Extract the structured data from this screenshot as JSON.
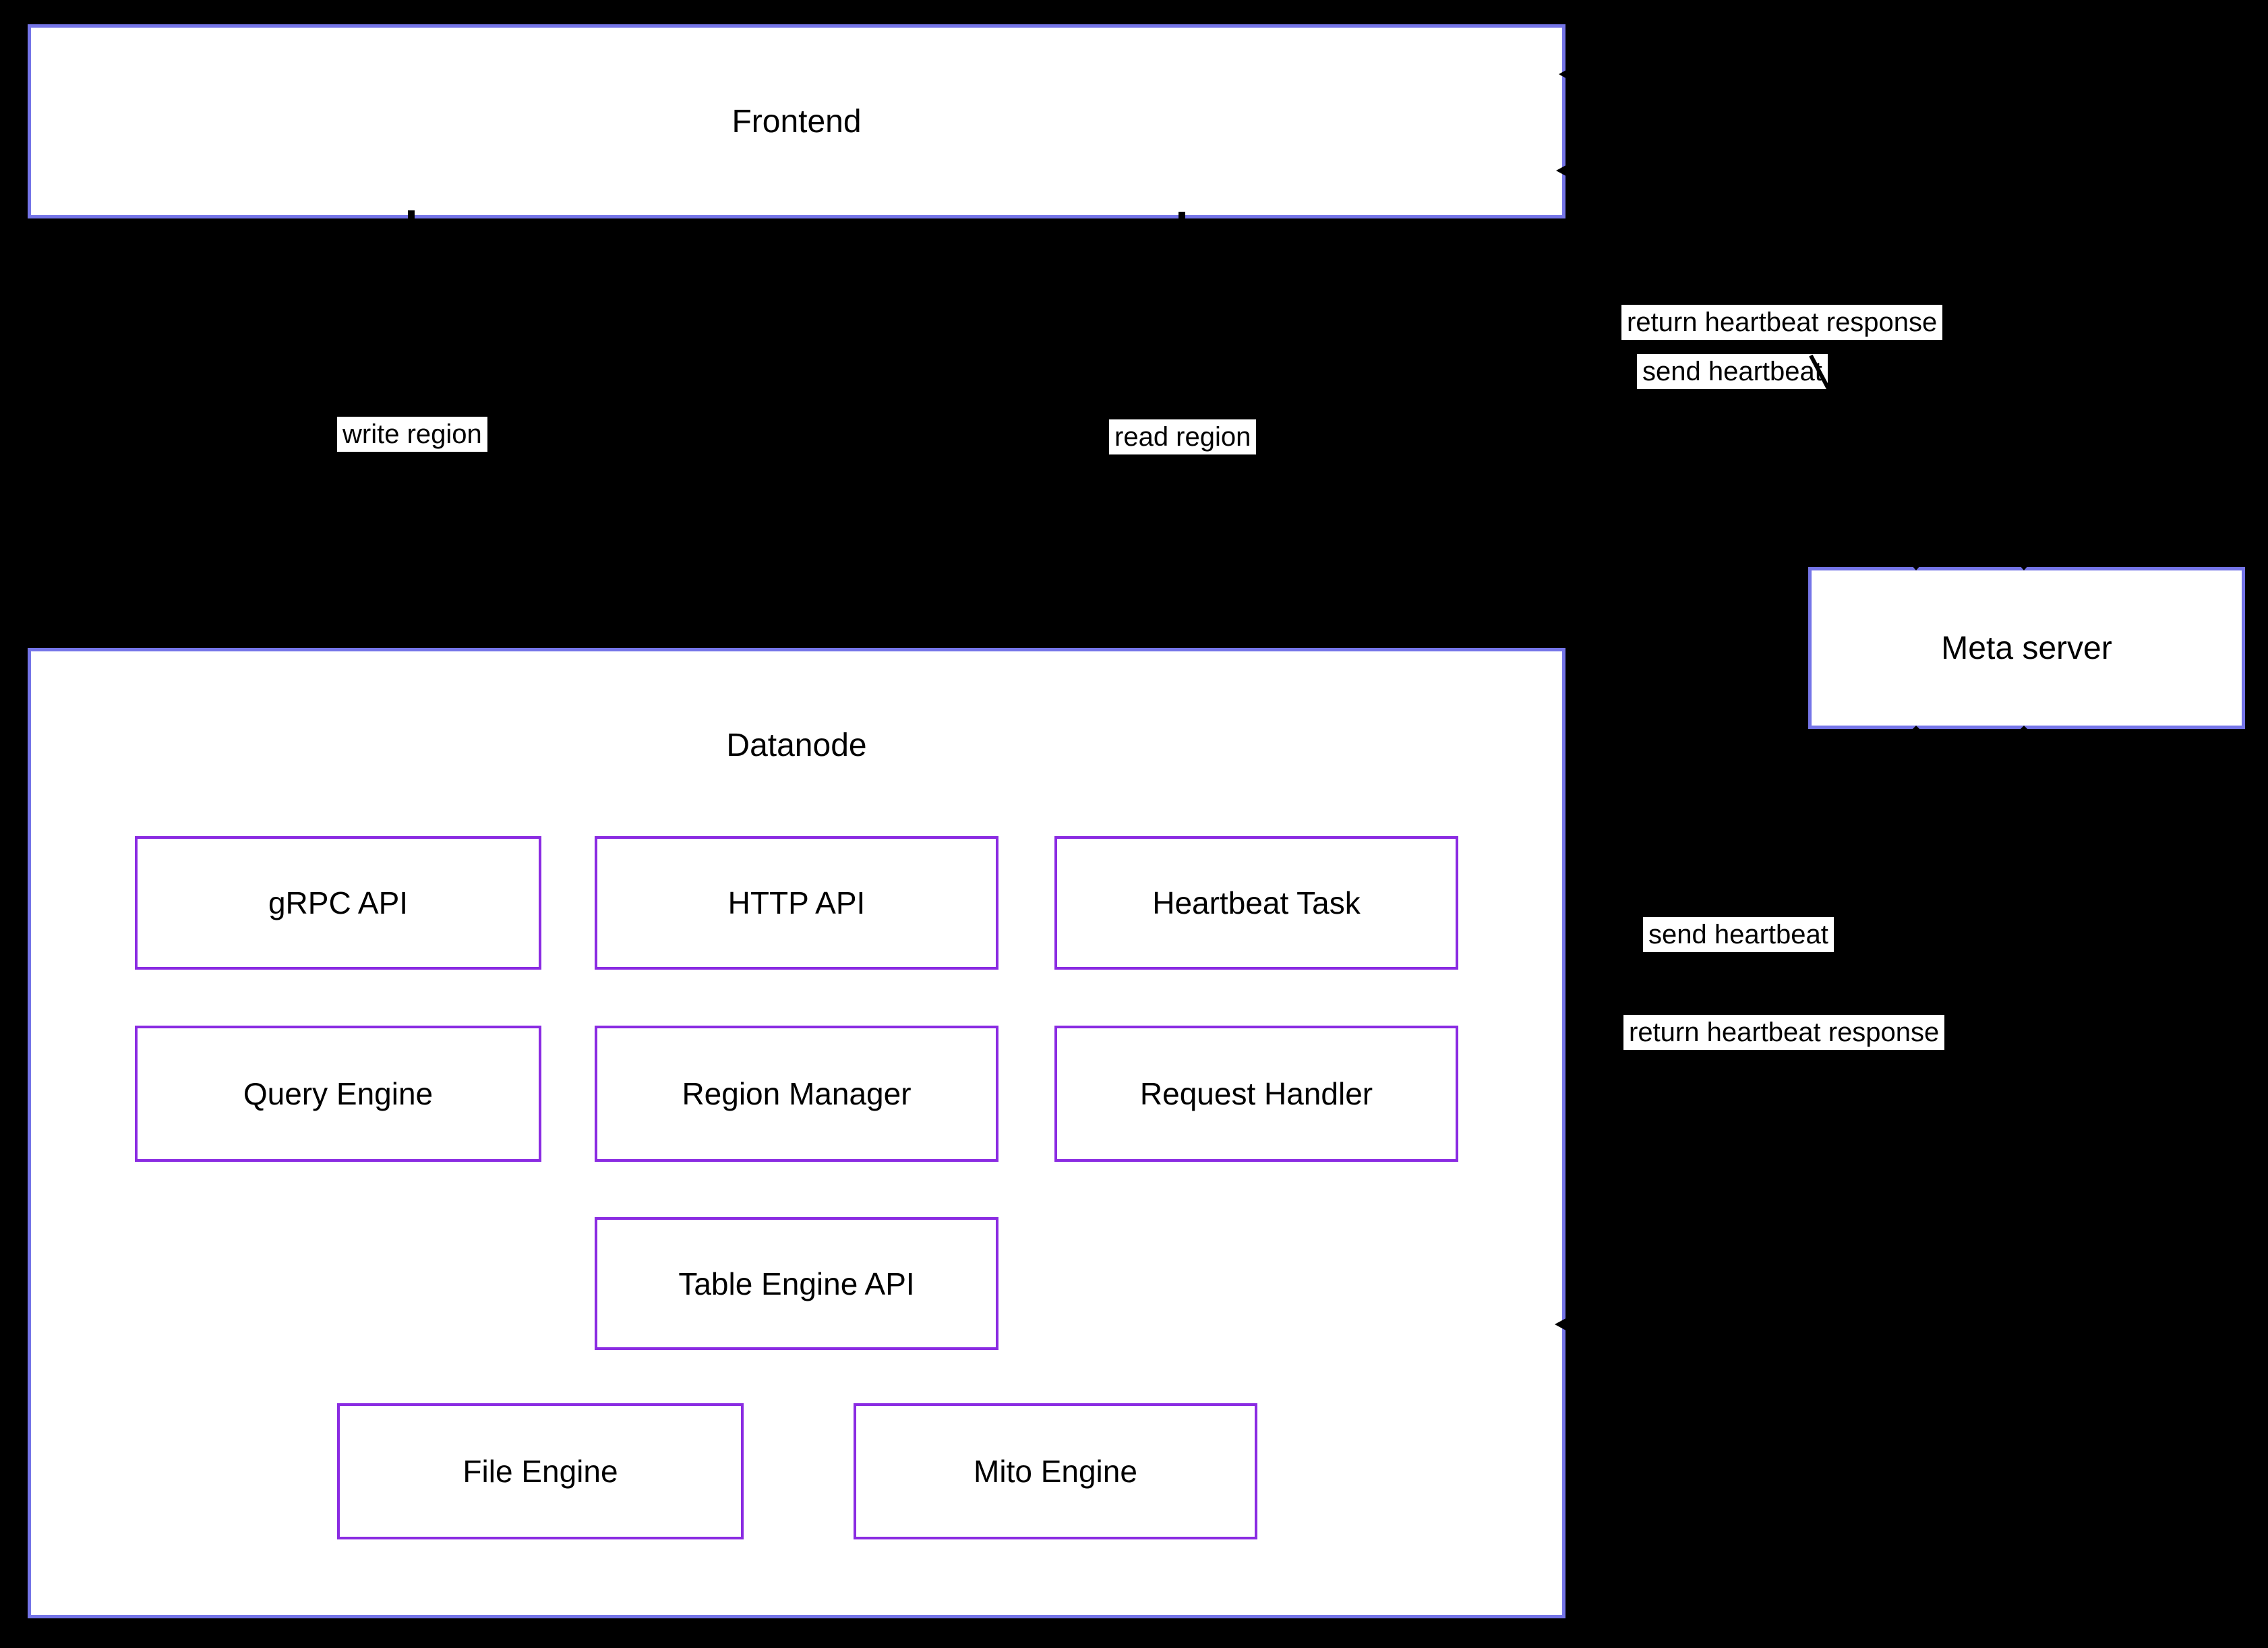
{
  "diagram": {
    "nodes": {
      "frontend": {
        "label": "Frontend"
      },
      "datanode": {
        "label": "Datanode"
      },
      "meta_server": {
        "label": "Meta server"
      },
      "grpc_api": {
        "label": "gRPC API"
      },
      "http_api": {
        "label": "HTTP API"
      },
      "heartbeat_task": {
        "label": "Heartbeat Task"
      },
      "query_engine": {
        "label": "Query Engine"
      },
      "region_manager": {
        "label": "Region Manager"
      },
      "request_handler": {
        "label": "Request Handler"
      },
      "table_engine_api": {
        "label": "Table Engine API"
      },
      "file_engine": {
        "label": "File Engine"
      },
      "mito_engine": {
        "label": "Mito Engine"
      }
    },
    "edge_labels": {
      "write_region": "write region",
      "read_region": "read region",
      "return_heartbeat_response_top": "return heartbeat response",
      "send_heartbeat_top": "send heartbeat",
      "send_heartbeat_mid": "send heartbeat",
      "return_heartbeat_response_mid": "return heartbeat response"
    },
    "colors": {
      "background": "#000000",
      "node_fill": "#ffffff",
      "outer_border": "#7575e8",
      "inner_border": "#8a2be2",
      "text": "#000000"
    }
  }
}
